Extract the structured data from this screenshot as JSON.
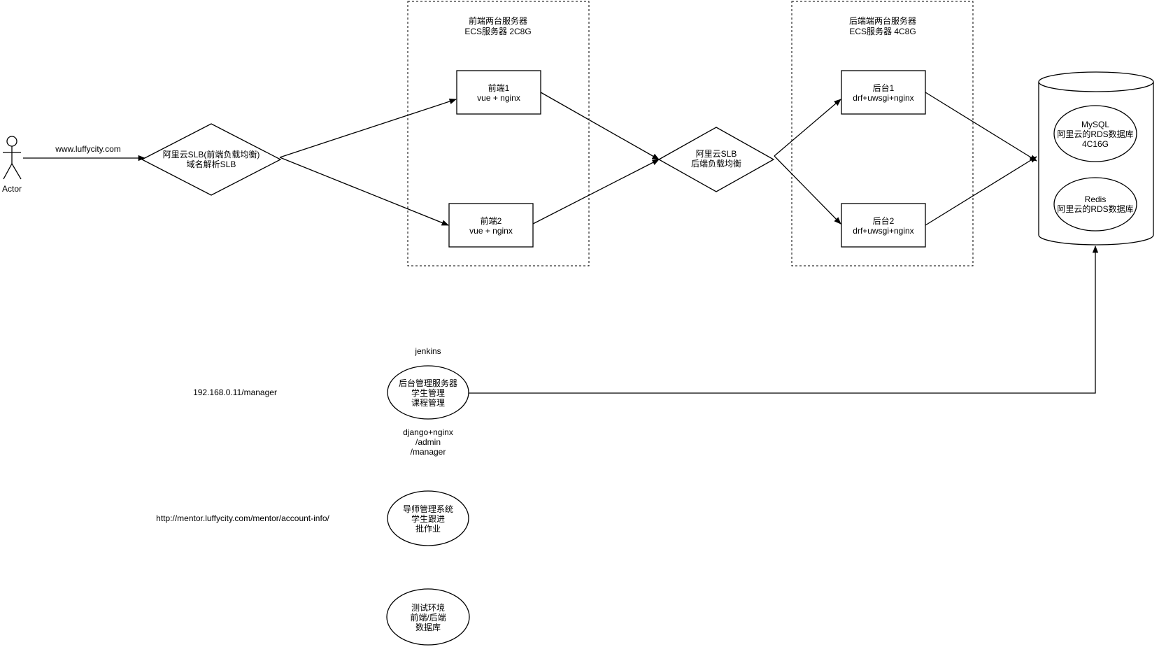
{
  "actor": {
    "label": "Actor"
  },
  "edges": {
    "actor_to_slb": "www.luffycity.com"
  },
  "groups": {
    "frontend": {
      "line1": "前端两台服务器",
      "line2": "ECS服务器 2C8G"
    },
    "backend": {
      "line1": "后端端两台服务器",
      "line2": "ECS服务器 4C8G"
    }
  },
  "nodes": {
    "slb_front": {
      "line1": "阿里云SLB(前端负载均衡)",
      "line2": "域名解析SLB"
    },
    "front1": {
      "line1": "前端1",
      "line2": "vue + nginx"
    },
    "front2": {
      "line1": "前端2",
      "line2": "vue + nginx"
    },
    "slb_back": {
      "line1": "阿里云SLB",
      "line2": "后端负载均衡"
    },
    "back1": {
      "line1": "后台1",
      "line2": "drf+uwsgi+nginx"
    },
    "back2": {
      "line1": "后台2",
      "line2": "drf+uwsgi+nginx"
    },
    "mysql": {
      "line1": "MySQL",
      "line2": "阿里云的RDS数据库",
      "line3": "4C16G"
    },
    "redis": {
      "line1": "Redis",
      "line2": "阿里云的RDS数据库"
    },
    "admin": {
      "top_label": "jenkins",
      "line1": "后台管理服务器",
      "line2": "学生管理",
      "line3": "课程管理",
      "bottom1": "django+nginx",
      "bottom2": "/admin",
      "bottom3": "/manager",
      "url": "192.168.0.11/manager"
    },
    "mentor": {
      "line1": "导师管理系统",
      "line2": "学生跟进",
      "line3": "批作业",
      "url": "http://mentor.luffycity.com/mentor/account-info/"
    },
    "test": {
      "line1": "测试环境",
      "line2": "前端/后端",
      "line3": "数据库"
    }
  }
}
